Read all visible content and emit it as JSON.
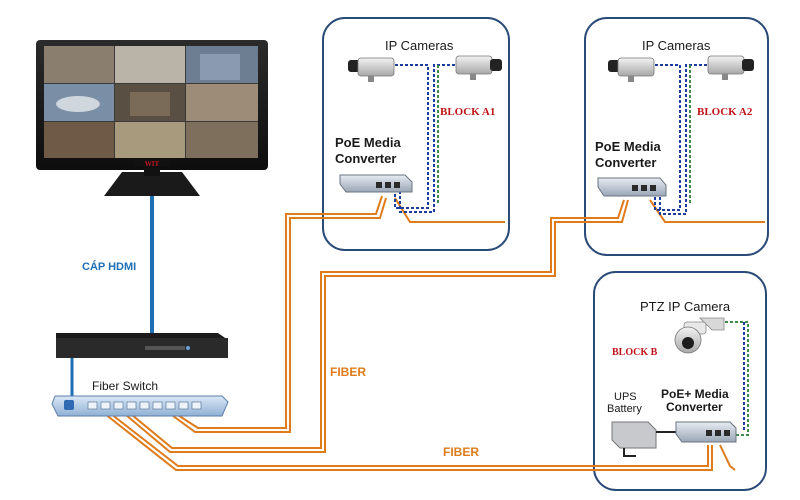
{
  "diagram": {
    "monitor_brand": "WIT",
    "hdmi_label": "CÁP HDMI",
    "fiber_switch_label": "Fiber Switch",
    "fiber_label_1": "FIBER",
    "fiber_label_2": "FIBER",
    "block_a1": {
      "title": "IP Cameras",
      "converter_line1": "PoE Media",
      "converter_line2": "Converter",
      "block_label": "BLOCK A1"
    },
    "block_a2": {
      "title": "IP Cameras",
      "converter_line1": "PoE Media",
      "converter_line2": "Converter",
      "block_label": "BLOCK A2"
    },
    "block_b": {
      "title": "PTZ IP Camera",
      "block_label": "BLOCK B",
      "ups_line1": "UPS",
      "ups_line2": "Battery",
      "converter_line1": "PoE+ Media",
      "converter_line2": "Converter"
    }
  },
  "colors": {
    "fiber": "#e07b1a",
    "hdmi": "#1f6fb5",
    "utp": "#1a3d9e",
    "utp_green": "#3d8a4a",
    "block_border": "#2a4a78",
    "block_label": "#c0151a"
  },
  "icons": [
    "monitor-icon",
    "nvr-icon",
    "fiber-switch-icon",
    "ip-camera-icon",
    "media-converter-icon",
    "ptz-camera-icon",
    "ups-battery-icon"
  ]
}
